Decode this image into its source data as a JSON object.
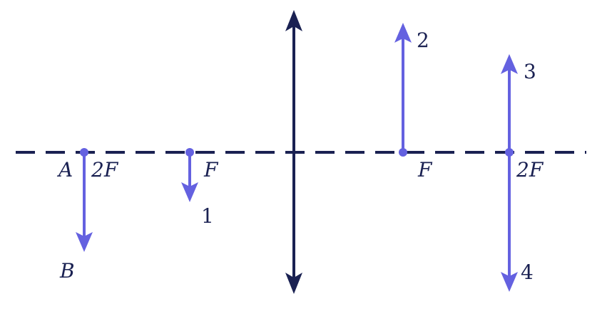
{
  "colors": {
    "background": "#ffffff",
    "lens_and_axis": "#1a2152",
    "rays_and_points": "#6461e0"
  },
  "labels": {
    "point_a": "A",
    "point_b": "B",
    "left_2f": "2F",
    "left_f": "F",
    "right_f": "F",
    "right_2f": "2F",
    "arrow_1": "1",
    "arrow_2": "2",
    "arrow_3": "3",
    "arrow_4": "4"
  }
}
